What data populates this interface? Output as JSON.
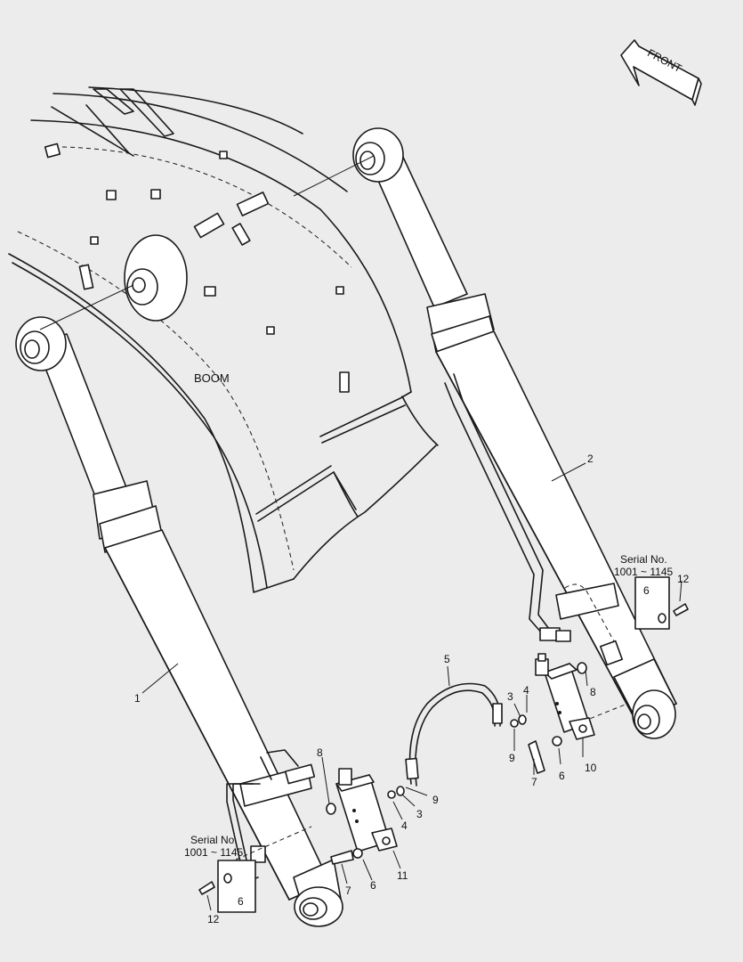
{
  "boom_label": "BOOM",
  "front_label": "FRONT",
  "serial_note": {
    "line1": "Serial No.",
    "line2": "1001 ~ 1145"
  },
  "callouts": [
    "1",
    "2",
    "3",
    "4",
    "5",
    "6",
    "7",
    "8",
    "9",
    "10",
    "11",
    "12"
  ]
}
